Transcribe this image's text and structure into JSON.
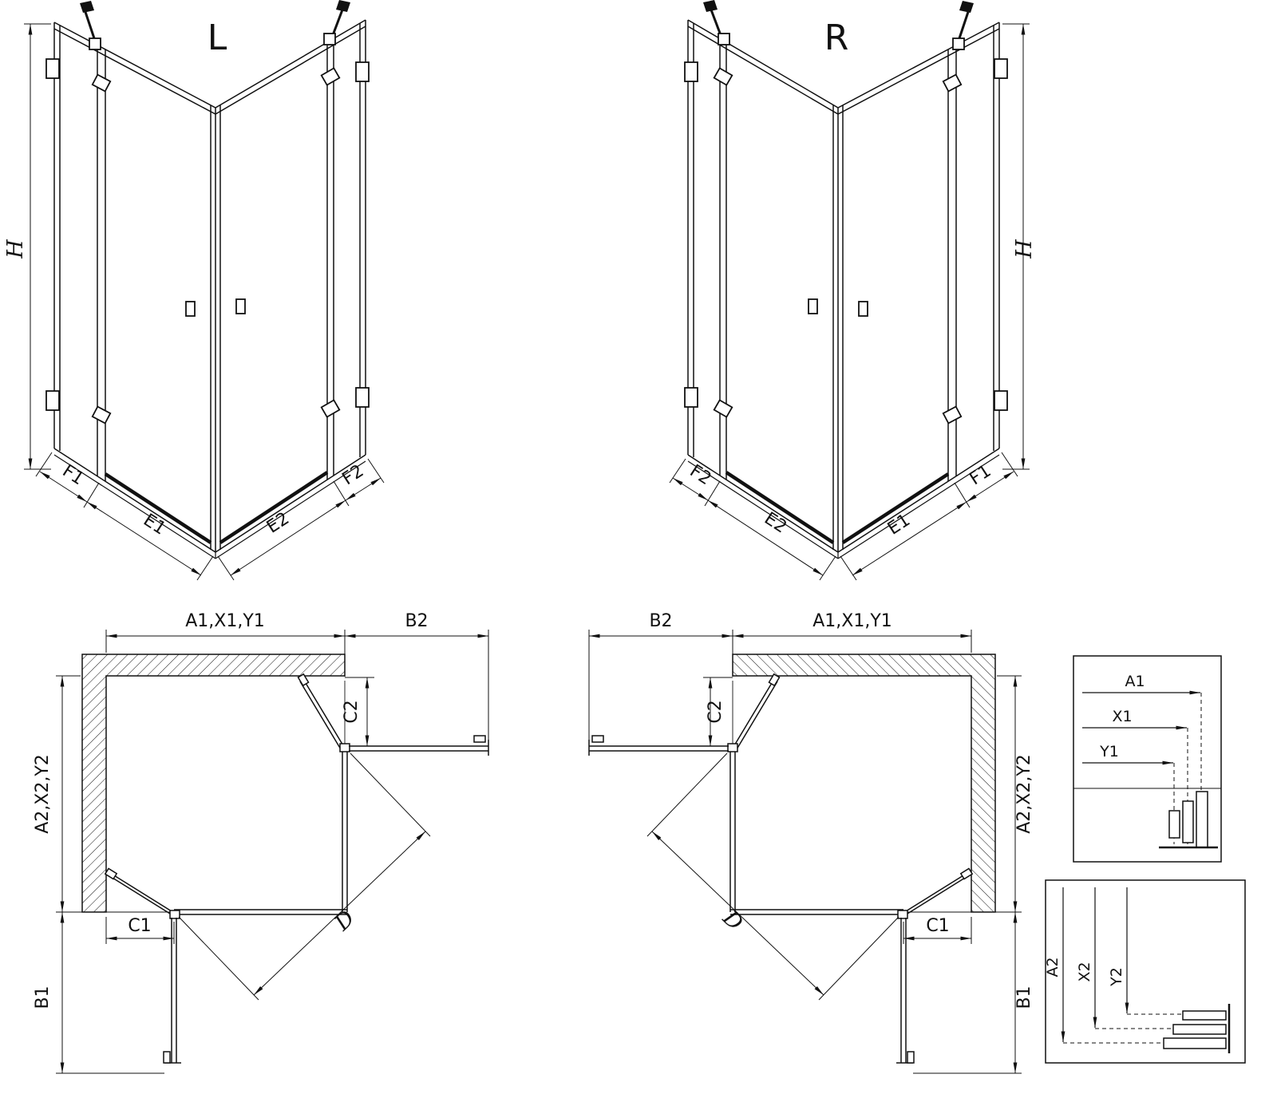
{
  "drawing": {
    "background": "#ffffff",
    "line_color": "#111111",
    "views": {
      "left3d": {
        "title": "L",
        "height_dim": "H",
        "dims": {
          "f1": "F1",
          "e1": "E1",
          "e2": "E2",
          "f2": "F2"
        }
      },
      "right3d": {
        "title": "R",
        "height_dim": "H",
        "dims": {
          "f2": "F2",
          "e2": "E2",
          "e1": "E1",
          "f1": "F1"
        }
      },
      "plan_left": {
        "top_width": "A1,X1,Y1",
        "door_right": "B2",
        "return_right": "C2",
        "side_depth": "A2,X2,Y2",
        "return_bottom": "C1",
        "door_bottom": "B1",
        "diagonal": "D"
      },
      "plan_right": {
        "door_left": "B2",
        "top_width": "A1,X1,Y1",
        "return_left": "C2",
        "side_depth": "A2,X2,Y2",
        "return_bottom": "C1",
        "door_bottom": "B1",
        "diagonal": "D"
      },
      "detail_widths": {
        "a1": "A1",
        "x1": "X1",
        "y1": "Y1"
      },
      "detail_depths": {
        "a2": "A2",
        "x2": "X2",
        "y2": "Y2"
      }
    }
  }
}
